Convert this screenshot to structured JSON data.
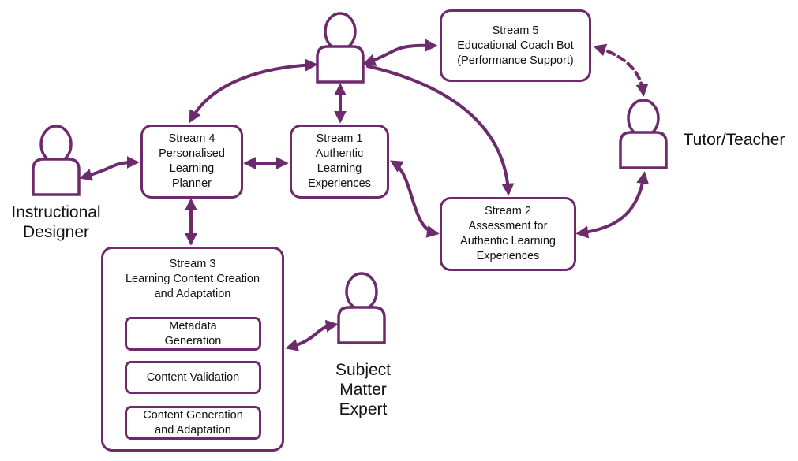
{
  "colors": {
    "accent": "#6d2a6d",
    "background": "#ffffff",
    "text": "#111111"
  },
  "streams": {
    "s1": {
      "lines": [
        "Stream 1",
        "Authentic",
        "Learning",
        "Experiences"
      ]
    },
    "s2": {
      "lines": [
        "Stream 2",
        "Assessment for",
        "Authentic Learning",
        "Experiences"
      ]
    },
    "s3": {
      "lines": [
        "Stream 3",
        "Learning Content Creation",
        "and Adaptation"
      ],
      "sub_items": [
        {
          "lines": [
            "Metadata",
            "Generation"
          ]
        },
        {
          "lines": [
            "Content Validation"
          ]
        },
        {
          "lines": [
            "Content Generation",
            "and Adaptation"
          ]
        }
      ]
    },
    "s4": {
      "lines": [
        "Stream 4",
        "Personalised",
        "Learning",
        "Planner"
      ]
    },
    "s5": {
      "lines": [
        "Stream 5",
        "Educational Coach Bot",
        "(Performance Support)"
      ]
    }
  },
  "roles": {
    "learner": {
      "icon": "person-icon"
    },
    "instructional_designer": {
      "icon": "person-icon",
      "lines": [
        "Instructional",
        "Designer"
      ]
    },
    "tutor": {
      "icon": "person-icon",
      "lines": [
        "Tutor/Teacher"
      ]
    },
    "sme": {
      "icon": "person-icon",
      "lines": [
        "Subject",
        "Matter",
        "Expert"
      ]
    }
  }
}
